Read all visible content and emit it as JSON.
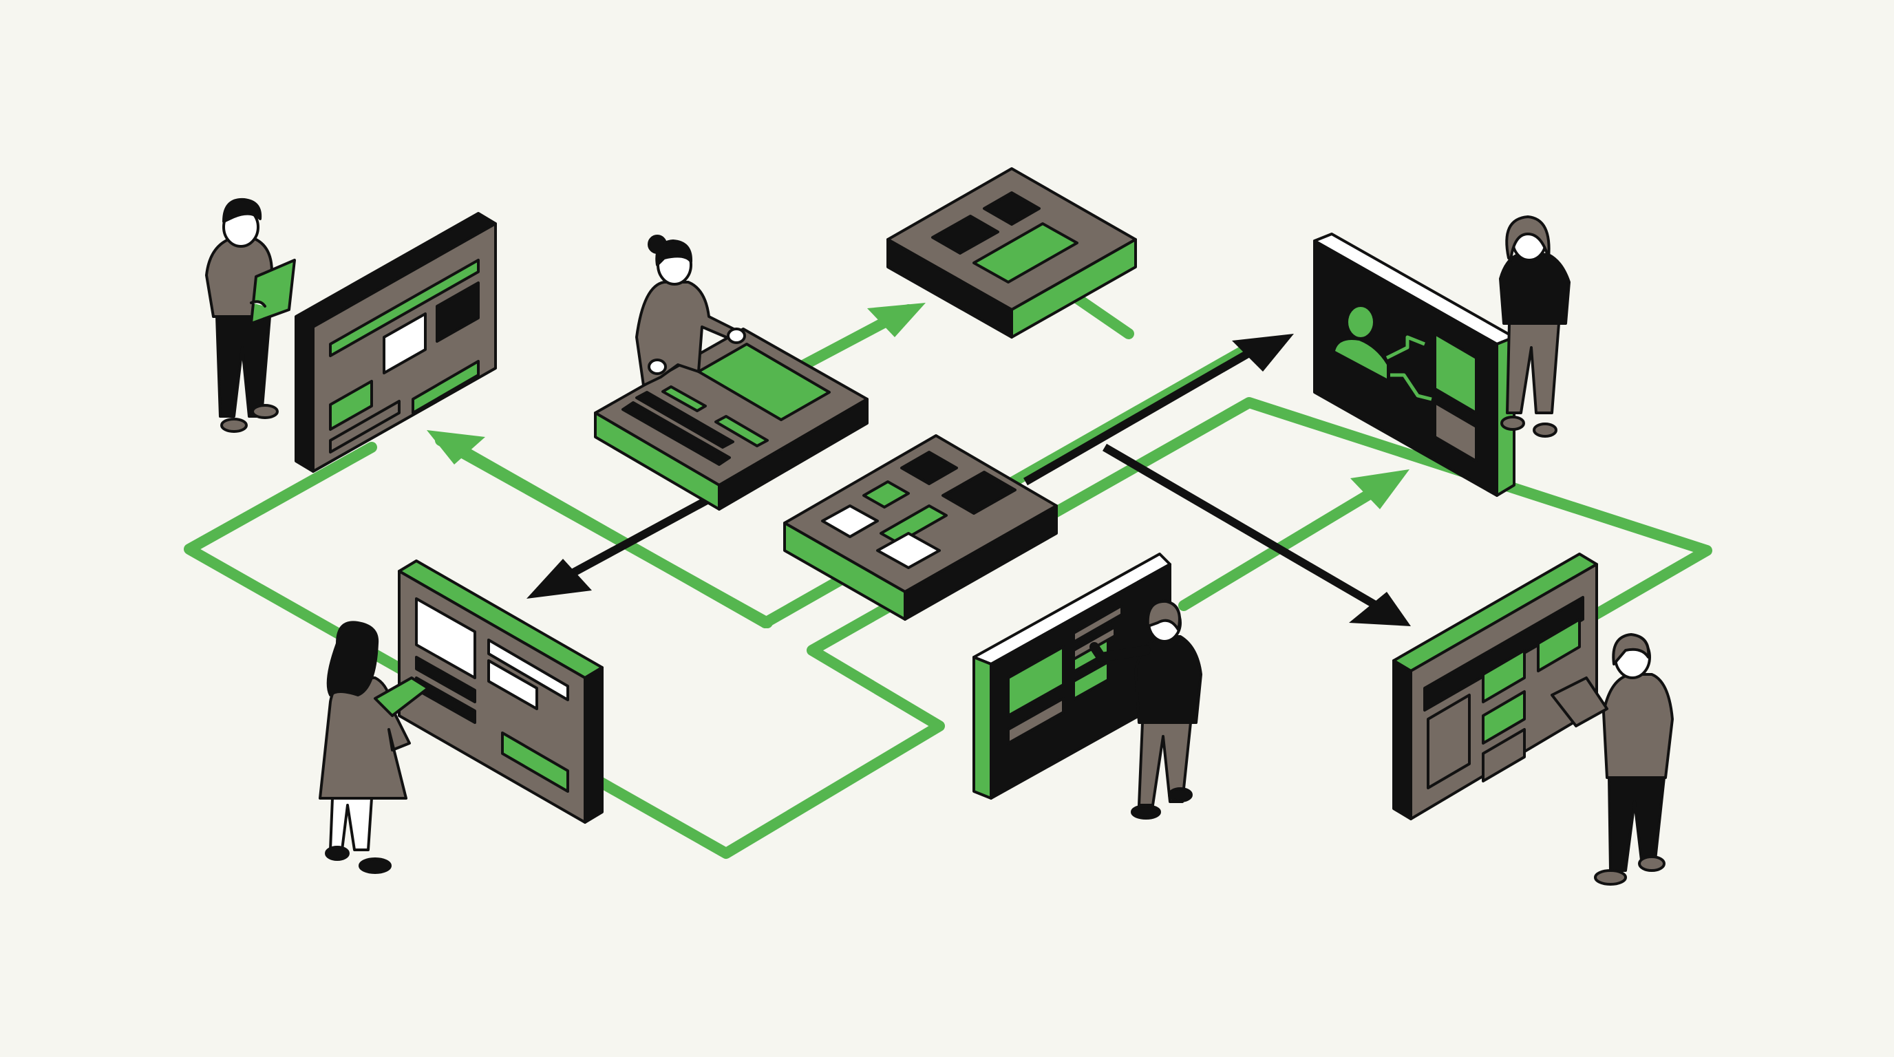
{
  "palette": {
    "background": "#f6f6f0",
    "green": "#55b64f",
    "taupe": "#756b63",
    "black": "#111111",
    "white": "#ffffff"
  },
  "panels": [
    {
      "name": "panel-left-wall",
      "kind": "wall",
      "icons": [
        "text-lines",
        "image-block"
      ]
    },
    {
      "name": "panel-top-tablet-board",
      "kind": "floor",
      "icons": [
        "text-lines",
        "image-block"
      ]
    },
    {
      "name": "panel-top-grid-board",
      "kind": "floor",
      "icons": [
        "grid-blocks"
      ]
    },
    {
      "name": "panel-center-board",
      "kind": "floor",
      "icons": [
        "grid-blocks",
        "text-lines"
      ]
    },
    {
      "name": "panel-right-wall",
      "kind": "wall",
      "icons": [
        "person-icon",
        "chart-line"
      ]
    },
    {
      "name": "panel-bottom-left-wall",
      "kind": "wall",
      "icons": [
        "text-lines",
        "image-block"
      ]
    },
    {
      "name": "panel-bottom-center-wall",
      "kind": "wall",
      "icons": [
        "text-lines",
        "image-block"
      ]
    },
    {
      "name": "panel-bottom-right-wall",
      "kind": "wall",
      "icons": [
        "grid-blocks"
      ]
    }
  ],
  "people": [
    {
      "name": "person-top-left",
      "action": "holding-tablet"
    },
    {
      "name": "person-top-center",
      "action": "arranging-board"
    },
    {
      "name": "person-top-right",
      "action": "standing"
    },
    {
      "name": "person-bottom-left",
      "action": "holding-tablet"
    },
    {
      "name": "person-bottom-center",
      "action": "pointing-at-wall"
    },
    {
      "name": "person-bottom-right",
      "action": "holding-tablet"
    }
  ],
  "connectors": [
    {
      "name": "green-loop-path",
      "color": "green"
    },
    {
      "name": "black-arrow-left",
      "color": "black"
    },
    {
      "name": "black-arrow-top-right",
      "color": "black"
    },
    {
      "name": "black-arrow-bottom-right",
      "color": "black"
    }
  ]
}
